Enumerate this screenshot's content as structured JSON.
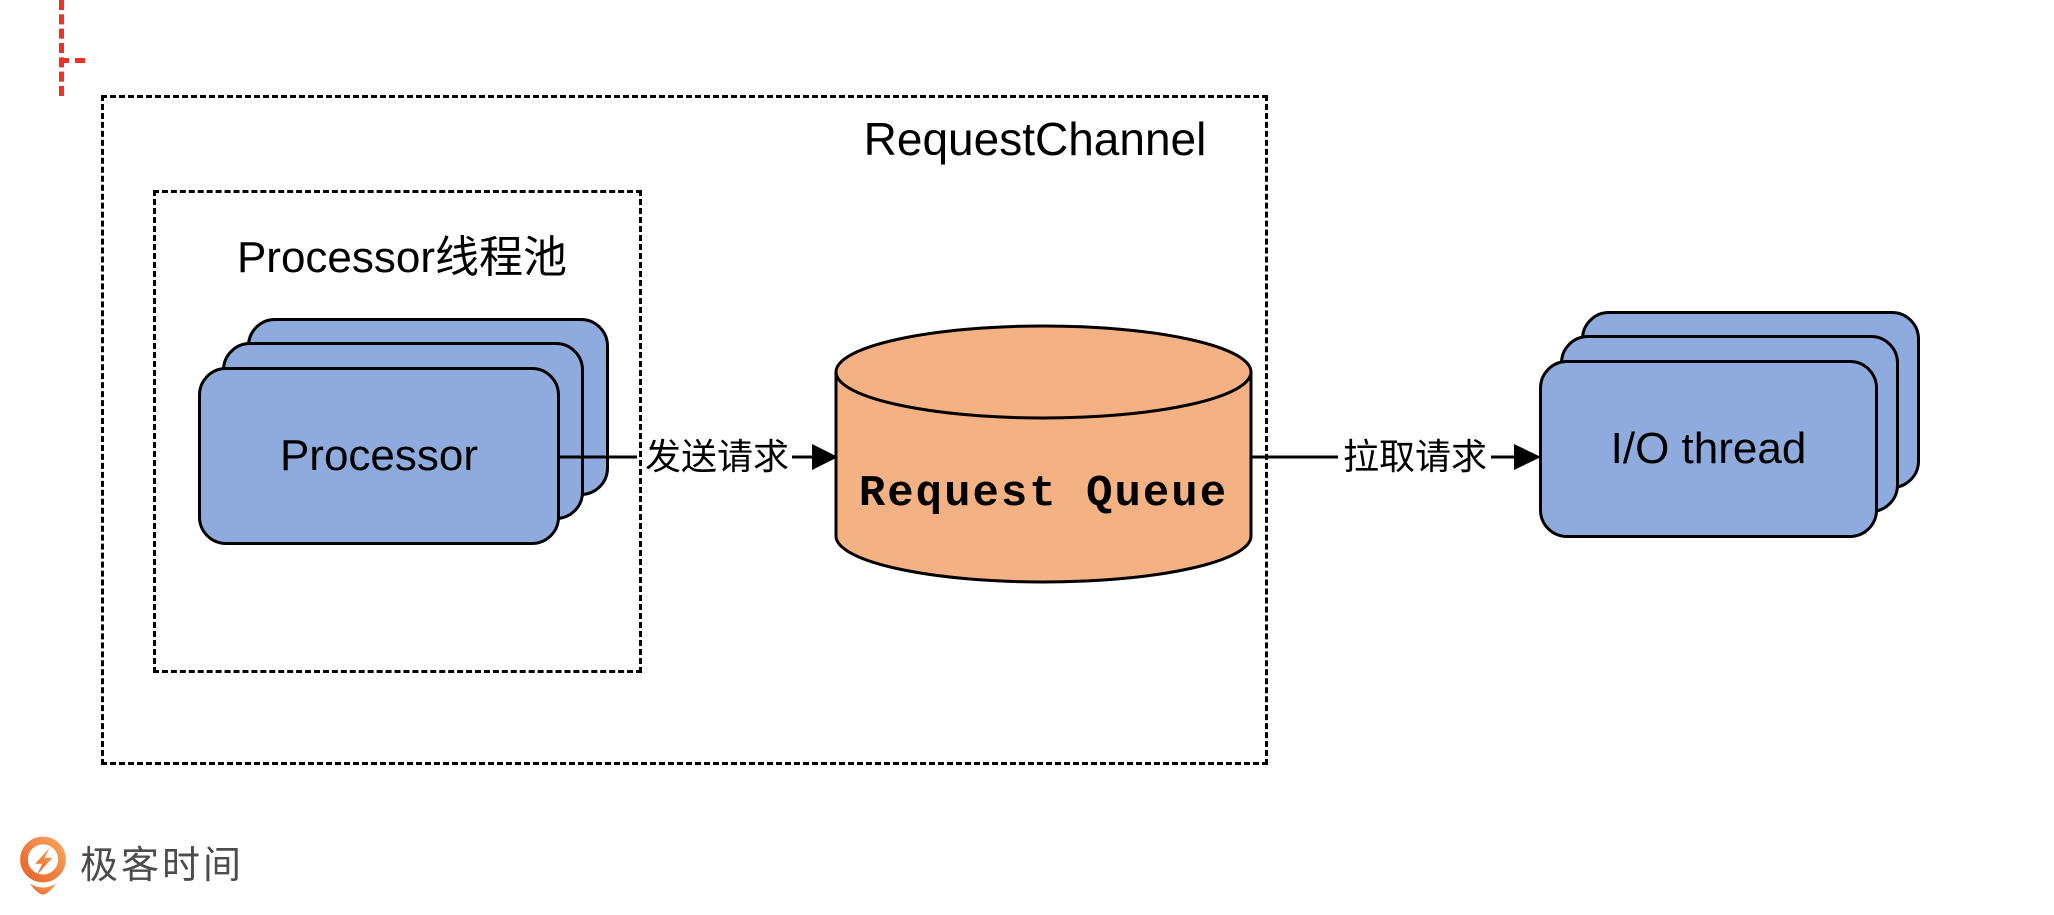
{
  "diagram": {
    "request_channel": {
      "label": "RequestChannel"
    },
    "processor_pool": {
      "label": "Processor线程池"
    },
    "processor": {
      "label": "Processor",
      "stack_count": 3
    },
    "request_queue": {
      "label": "Request Queue"
    },
    "io_thread": {
      "label": "I/O thread",
      "stack_count": 3
    },
    "send_arrow": {
      "label": "发送请求"
    },
    "pull_arrow": {
      "label": "拉取请求"
    },
    "colors": {
      "node_fill": "#8FAADC",
      "queue_fill": "#F4B183",
      "stroke": "#000000",
      "crop_mark": "#EE3124"
    }
  },
  "footer": {
    "logo": {
      "text": "极客时间",
      "icon": "geektime-pin-icon",
      "orange_dark": "#E8632B",
      "orange_light": "#F6A45B",
      "text_color": "#4B4B50"
    }
  }
}
